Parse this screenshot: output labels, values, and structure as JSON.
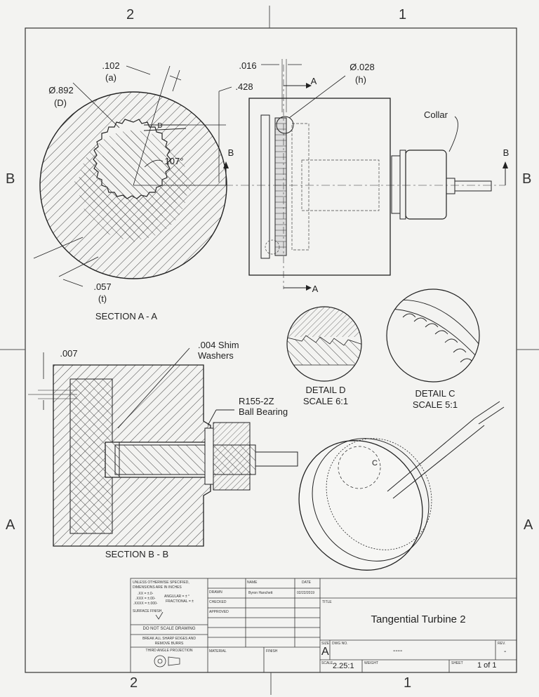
{
  "zones": {
    "top_left": "2",
    "top_right": "1",
    "bottom_left": "2",
    "bottom_right": "1",
    "left_upper": "B",
    "left_lower": "A",
    "right_upper": "B",
    "right_lower": "A"
  },
  "section_aa": {
    "dim_a_value": ".102",
    "dim_a_symbol": "(a)",
    "dim_d_value": "Ø.892",
    "dim_d_symbol": "(D)",
    "dim_428": ".428",
    "angle": "107°",
    "dim_t_value": ".057",
    "dim_t_symbol": "(t)",
    "title": "SECTION A - A"
  },
  "side_view": {
    "dim_016": ".016",
    "dim_h_value": "Ø.028",
    "dim_h_symbol": "(h)",
    "cut_a_top": "A",
    "cut_a_bottom": "A",
    "cut_b_left": "B",
    "cut_b_right": "B",
    "collar": "Collar"
  },
  "section_bb": {
    "dim_007": ".007",
    "shim": ".004 Shim\nWashers",
    "bearing": "R155-2Z\nBall Bearing",
    "title": "SECTION B - B"
  },
  "detail_d": {
    "title": "DETAIL D",
    "scale": "SCALE 6:1",
    "marker": "D"
  },
  "detail_c": {
    "title": "DETAIL C",
    "scale": "SCALE 5:1",
    "marker": "C"
  },
  "title_block": {
    "notes1": "UNLESS OTHERWISE SPECIFIED, DIMENSIONS ARE IN INCHES",
    "tol_xx": ".XX = ±.0-",
    "tol_xxx": ".XXX = ±.00-",
    "tol_xxxx": ".XXXX = ±.000-",
    "tol_angular": "ANGULAR = ± °",
    "tol_fractional": "FRACTIONAL = ±",
    "surface_finish": "SURFACE FINISH",
    "do_not_scale": "DO NOT SCALE DRAWING",
    "break_edges": "BREAK ALL SHARP EDGES AND REMOVE BURRS",
    "projection": "THIRD ANGLE PROJECTION",
    "col_name": "NAME",
    "col_date": "DATE",
    "drawn": "DRAWN",
    "drawn_name": "Byron Hanchett",
    "drawn_date": "02/22/2019",
    "checked": "CHECKED",
    "approved": "APPROVED",
    "material": "MATERIAL",
    "finish": "FINISH",
    "title_label": "TITLE",
    "title": "Tangential Turbine 2",
    "size_label": "SIZE",
    "size": "A",
    "dwg_label": "DWG NO.",
    "dwg": "----",
    "rev_label": "REV.",
    "rev": "-",
    "scale_label": "SCALE",
    "scale": "2.25:1",
    "weight_label": "WEIGHT",
    "sheet_label": "SHEET",
    "sheet": "1 of 1"
  }
}
